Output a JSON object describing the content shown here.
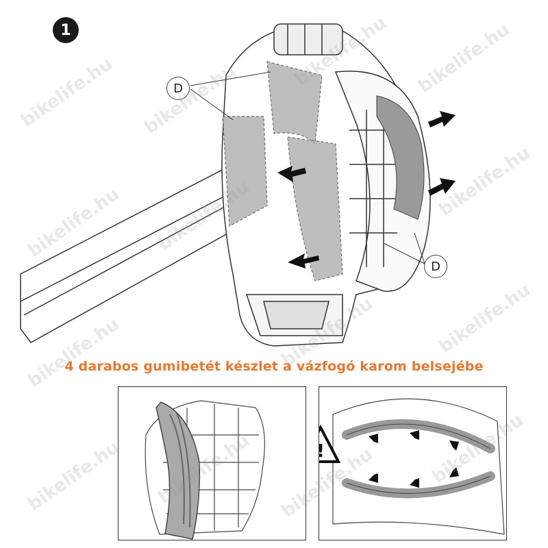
{
  "step": {
    "number": "1"
  },
  "callouts": {
    "top_label": "D",
    "bottom_label": "D"
  },
  "caption": {
    "text": "4 darabos gumibetét készlet a vázfogó karom belsejébe"
  },
  "watermark": {
    "text": "bikelife.hu"
  },
  "icons": {
    "step_badge": "filled-circle-number",
    "arrows": "solid-black-arrow",
    "warning": "warning-triangle-exclamation-icon"
  },
  "colors": {
    "caption": "#e8772e",
    "pad_fill": "#b3b3b3",
    "badge": "#1a1a1a"
  }
}
